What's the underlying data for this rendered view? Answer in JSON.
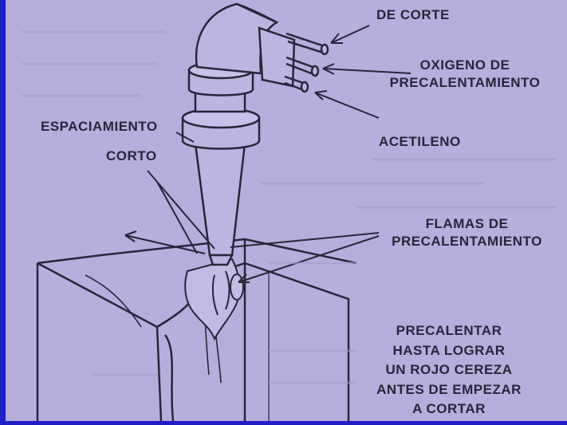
{
  "labels": {
    "de_corte": "DE CORTE",
    "oxigeno_precalentamiento": [
      "OXIGENO DE",
      "PRECALENTAMIENTO"
    ],
    "acetileno": "ACETILENO",
    "espaciamiento": "ESPACIAMIENTO",
    "corto": "CORTO",
    "flamas_precalentamiento": [
      "FLAMAS DE",
      "PRECALENTAMIENTO"
    ],
    "instruccion": [
      "PRECALENTAR",
      "HASTA LOGRAR",
      "UN ROJO CEREZA",
      "ANTES DE EMPEZAR",
      "A CORTAR"
    ]
  },
  "colors": {
    "frame": "#1f1fc8",
    "paper": "#b6aedb",
    "ink": "#2a2538"
  }
}
